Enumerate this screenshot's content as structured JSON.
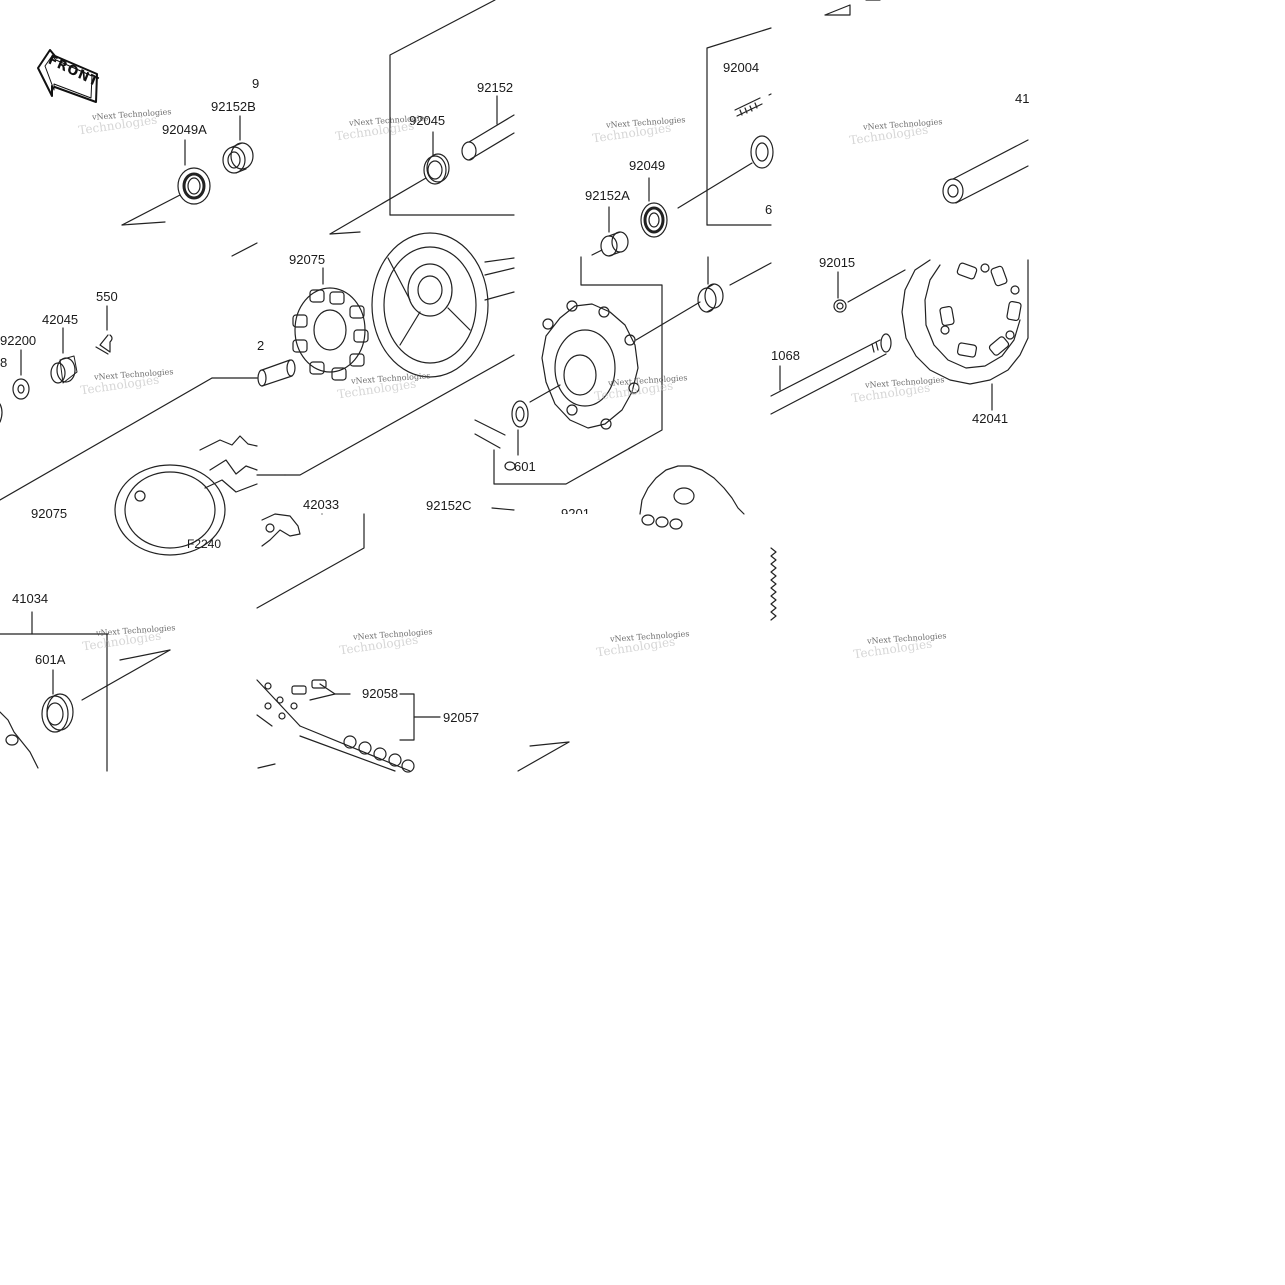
{
  "diagram": {
    "front_badge": "FRONT",
    "figure_code": "F2240",
    "watermark_text": "vNext Technologies",
    "watermark_shadow": "Technologies",
    "part_labels": {
      "p1_92049A": "92049A",
      "p1_92152B": "92152B",
      "p1_9": "9",
      "p2_92045": "92045",
      "p2_92152": "92152",
      "p3_92004": "92004",
      "p3_92049": "92049",
      "p3_92152A": "92152A",
      "p3_6": "6",
      "p4_41": "41",
      "p5_550": "550",
      "p5_42045": "42045",
      "p5_92200": "92200",
      "p5_8": "8",
      "p5_92075": "92075",
      "p6_92075": "92075",
      "p6_2": "2",
      "p6_42033": "42033",
      "p7_601": "601",
      "p7_92152C": "92152C",
      "p7_9201": "9201",
      "p8_92015": "92015",
      "p8_1068": "1068",
      "p8_42041": "42041",
      "p9_41034": "41034",
      "p9_601A": "601A",
      "p10_92058": "92058",
      "p10_92057": "92057"
    }
  }
}
